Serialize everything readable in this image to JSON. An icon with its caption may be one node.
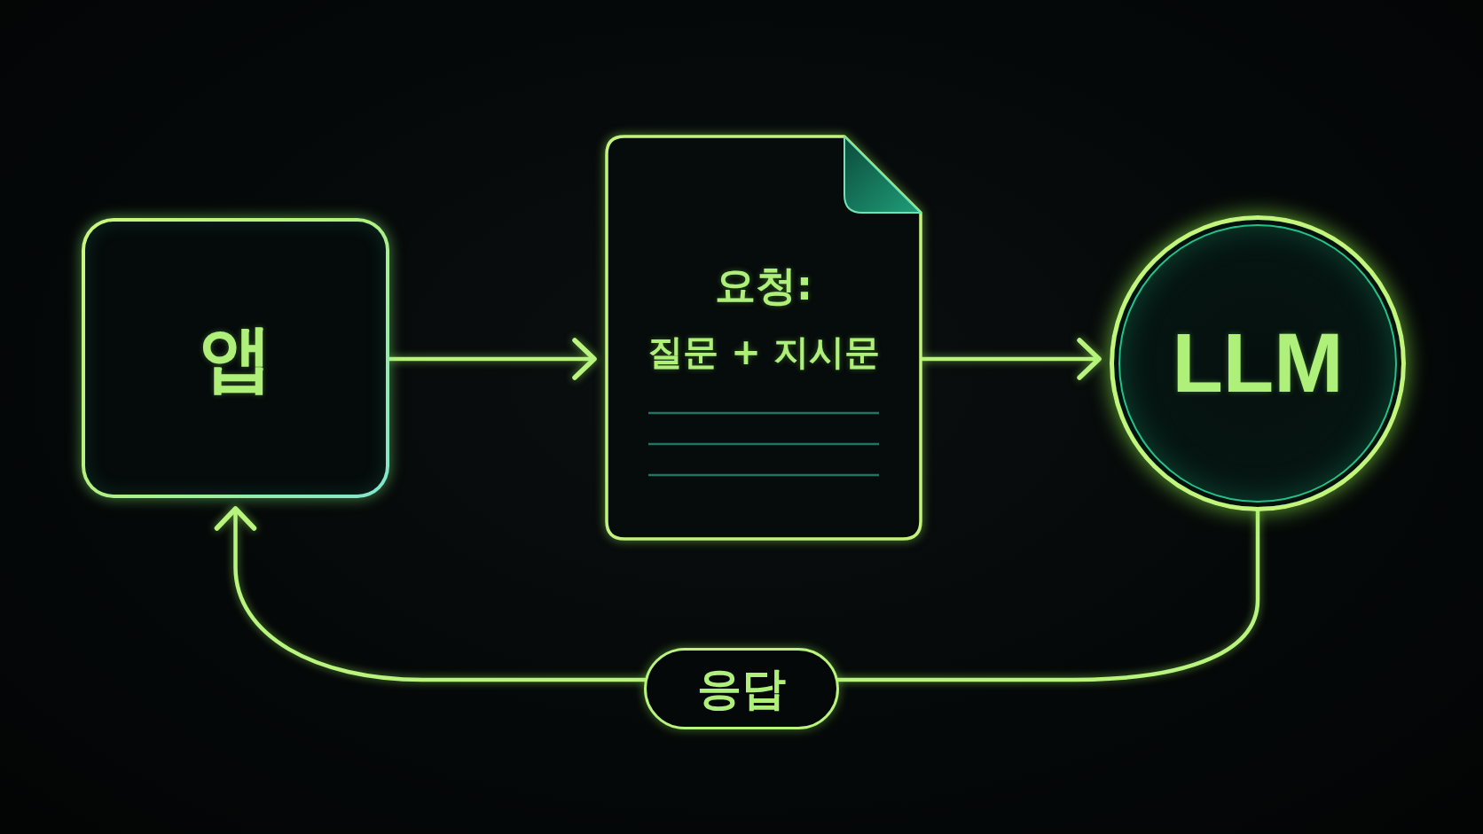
{
  "diagram": {
    "nodes": [
      {
        "text": [
          "앱"
        ]
      },
      {
        "text": [
          "요청:",
          "질문 + 지시문"
        ]
      },
      {
        "text": [
          "LLM"
        ]
      }
    ],
    "edges": [
      {
        "from": 0,
        "to": 1,
        "arrow": "to"
      },
      {
        "from": 1,
        "to": 2,
        "arrow": "to"
      },
      {
        "from": 2,
        "to": 0,
        "arrow": "to",
        "label": "응답"
      }
    ]
  }
}
